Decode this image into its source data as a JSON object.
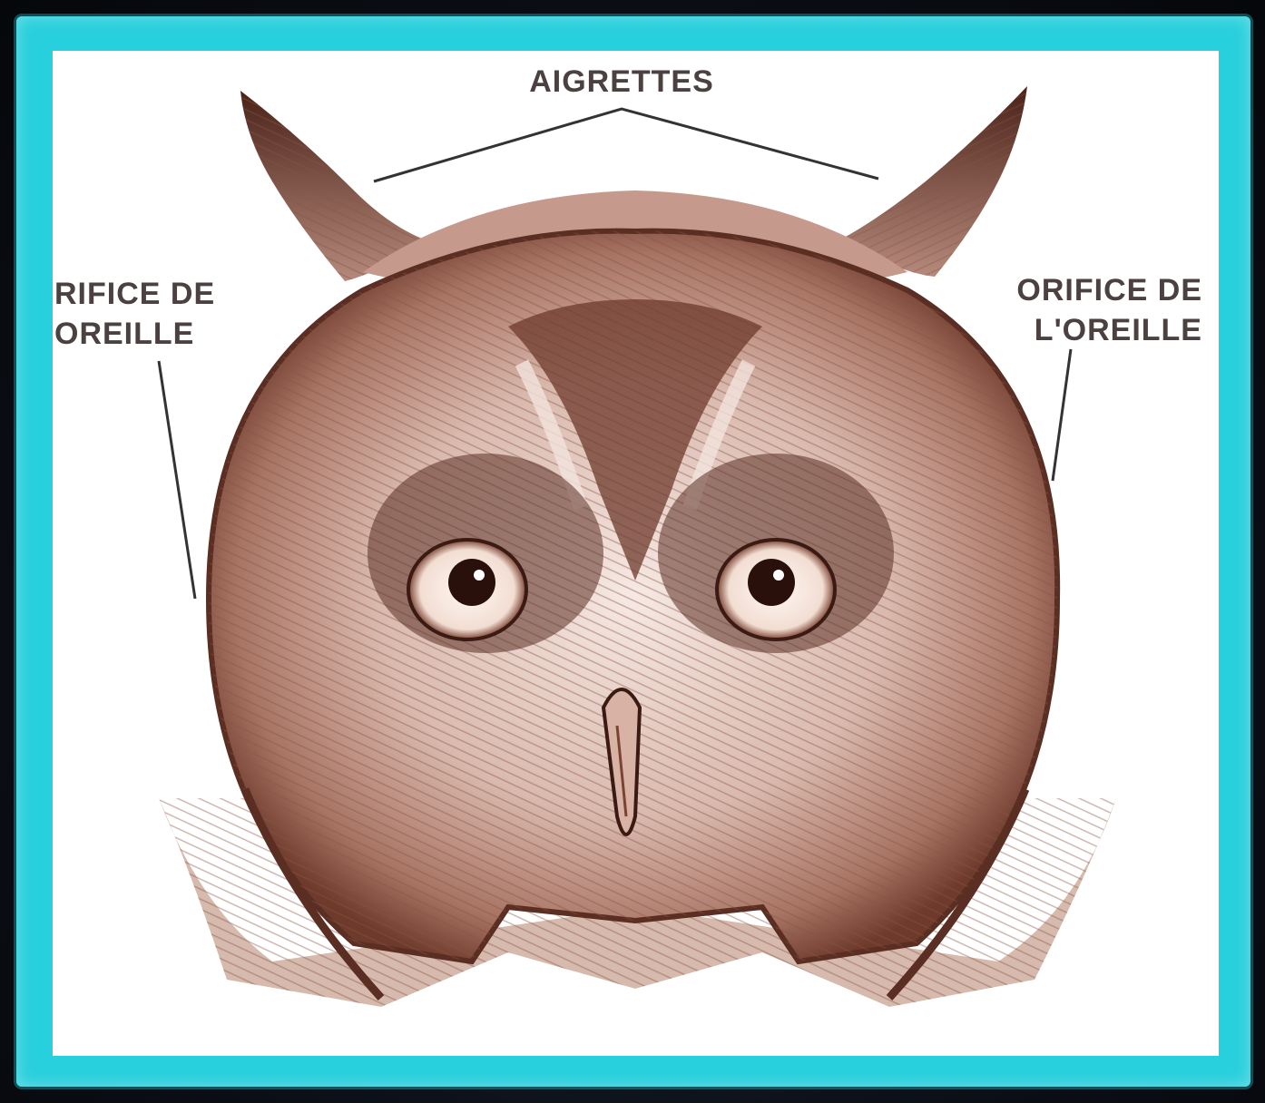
{
  "labels": {
    "top": "AIGRETTES",
    "left": [
      "RIFICE DE",
      "OREILLE"
    ],
    "right": [
      "ORIFICE DE",
      "L'OREILLE"
    ]
  },
  "colors": {
    "frame": "#28cfdc",
    "ink": "#5a2e22",
    "label": "#4a4140"
  },
  "illustration": "owl-head"
}
